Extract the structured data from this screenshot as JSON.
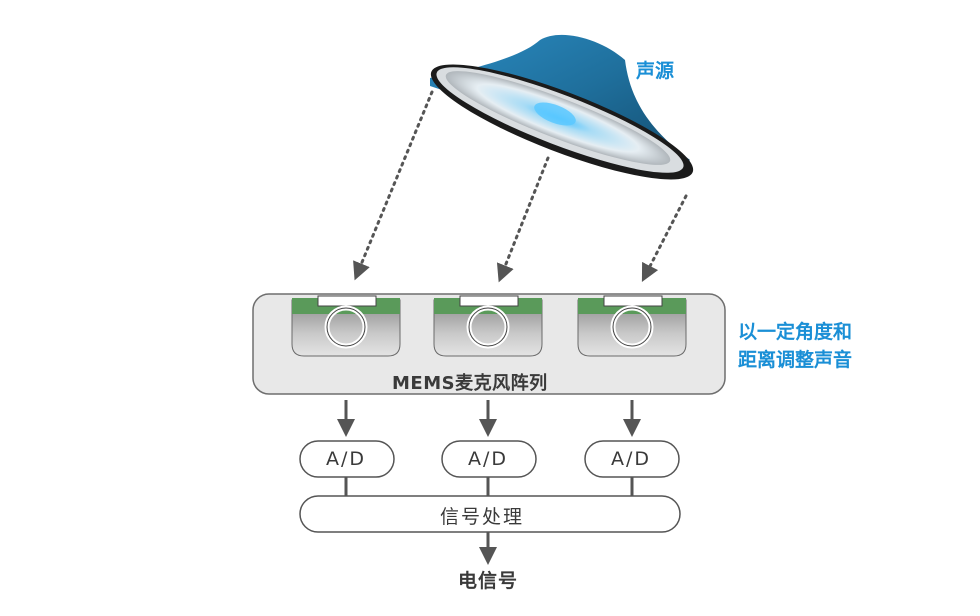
{
  "sound_source": {
    "label": "声源"
  },
  "angle_note": {
    "line1": "以一定角度和",
    "line2": "距离调整声音"
  },
  "mic_array": {
    "label": "MEMS麦克风阵列",
    "mic_count": 3
  },
  "ad_converters": [
    {
      "label": "A/D"
    },
    {
      "label": "A/D"
    },
    {
      "label": "A/D"
    }
  ],
  "processing": {
    "label": "信号处理"
  },
  "output": {
    "label": "电信号"
  },
  "colors": {
    "accent_blue": "#1a8fd6",
    "speaker_blue": "#1f6f9c",
    "mic_green": "#5a9a5a",
    "panel_gray": "#e8e8e8",
    "arrow_gray": "#555555"
  }
}
